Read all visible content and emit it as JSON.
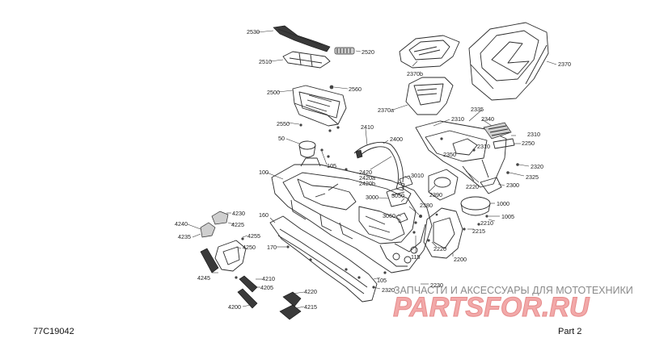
{
  "diagram": {
    "code": "77C19042",
    "page": "Part 2",
    "watermark_caption": "ЗАПЧАСТИ И АКСЕССУАРЫ ДЛЯ МОТОТЕХНИКИ",
    "watermark_brand": "PARTSFOR.RU"
  },
  "labels": [
    {
      "id": "l2530",
      "text": "2530"
    },
    {
      "id": "l2520",
      "text": "2520"
    },
    {
      "id": "l2510",
      "text": "2510"
    },
    {
      "id": "l2560",
      "text": "2560"
    },
    {
      "id": "l2500",
      "text": "2500"
    },
    {
      "id": "l2550",
      "text": "2550"
    },
    {
      "id": "l2370b",
      "text": "2370b"
    },
    {
      "id": "l2370a",
      "text": "2370a"
    },
    {
      "id": "l2370",
      "text": "2370"
    },
    {
      "id": "l2335",
      "text": "2335"
    },
    {
      "id": "l2340",
      "text": "2340"
    },
    {
      "id": "l2310a",
      "text": "2310"
    },
    {
      "id": "l2310b",
      "text": "2310"
    },
    {
      "id": "l2310c",
      "text": "2310"
    },
    {
      "id": "l2250",
      "text": "2250"
    },
    {
      "id": "l2320",
      "text": "2320"
    },
    {
      "id": "l2325",
      "text": "2325"
    },
    {
      "id": "l2300",
      "text": "2300"
    },
    {
      "id": "l2220a",
      "text": "2220"
    },
    {
      "id": "l2350",
      "text": "2350"
    },
    {
      "id": "l2410",
      "text": "2410"
    },
    {
      "id": "l2400",
      "text": "2400"
    },
    {
      "id": "l50",
      "text": "50"
    },
    {
      "id": "l105a",
      "text": "105"
    },
    {
      "id": "l100",
      "text": "100"
    },
    {
      "id": "l2420",
      "text": "2420"
    },
    {
      "id": "l2420a",
      "text": "2420a"
    },
    {
      "id": "l2420b",
      "text": "2420b"
    },
    {
      "id": "l3010",
      "text": "3010"
    },
    {
      "id": "l3000",
      "text": "3000"
    },
    {
      "id": "l3050",
      "text": "3050"
    },
    {
      "id": "l2390",
      "text": "2390"
    },
    {
      "id": "l1000",
      "text": "1000"
    },
    {
      "id": "l2380",
      "text": "2380"
    },
    {
      "id": "l3060",
      "text": "3060"
    },
    {
      "id": "l2210",
      "text": "2210"
    },
    {
      "id": "l1005",
      "text": "1005"
    },
    {
      "id": "l2215",
      "text": "2215"
    },
    {
      "id": "l2220b",
      "text": "2220"
    },
    {
      "id": "l2200",
      "text": "2200"
    },
    {
      "id": "l115",
      "text": "115"
    },
    {
      "id": "l160",
      "text": "160"
    },
    {
      "id": "l170",
      "text": "170"
    },
    {
      "id": "l105b",
      "text": "105"
    },
    {
      "id": "l2320b",
      "text": "2320"
    },
    {
      "id": "l2230",
      "text": "2230"
    },
    {
      "id": "l4230",
      "text": "4230"
    },
    {
      "id": "l4240",
      "text": "4240"
    },
    {
      "id": "l4225",
      "text": "4225"
    },
    {
      "id": "l4235",
      "text": "4235"
    },
    {
      "id": "l4255",
      "text": "4255"
    },
    {
      "id": "l4250",
      "text": "4250"
    },
    {
      "id": "l4245",
      "text": "4245"
    },
    {
      "id": "l4210",
      "text": "4210"
    },
    {
      "id": "l4205",
      "text": "4205"
    },
    {
      "id": "l4220",
      "text": "4220"
    },
    {
      "id": "l4200",
      "text": "4200"
    },
    {
      "id": "l4215",
      "text": "4215"
    }
  ]
}
